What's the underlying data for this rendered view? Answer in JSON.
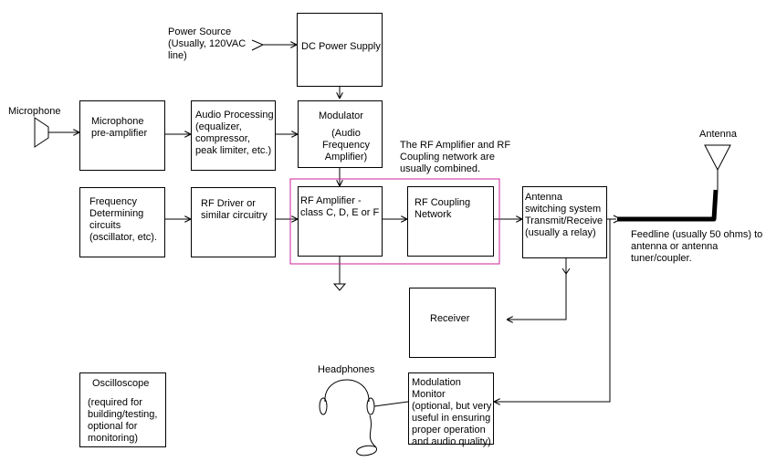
{
  "labels": {
    "power_source": "Power Source\n(Usually, 120VAC\nline)",
    "microphone": "Microphone",
    "headphones": "Headphones",
    "antenna": "Antenna",
    "combined_note": "The RF Amplifier and RF\nCoupling network are\nusually combined.",
    "feedline_note": "Feedline (usually 50 ohms) to\nantenna or antenna\ntuner/coupler."
  },
  "blocks": {
    "dc_power_supply": "DC Power Supply",
    "mic_preamp": "Microphone\npre-amplifier",
    "audio_processing": "Audio Processing\n(equalizer,\ncompressor,\npeak limiter, etc.)",
    "modulator_title": "Modulator",
    "modulator_sub": "(Audio\nFrequency\nAmplifier)",
    "freq_determining": "Frequency\nDetermining\ncircuits\n(oscillator, etc).",
    "rf_driver": "RF Driver or\nsimilar circuitry",
    "rf_amplifier": "RF Amplifier -\nclass C, D, E or F",
    "rf_coupling": "RF Coupling\nNetwork",
    "antenna_switch": "Antenna\nswitching system\nTransmit/Receive\n(usually a relay)",
    "receiver": "Receiver",
    "mod_monitor": "Modulation Monitor\n(optional, but very\nuseful in ensuring\nproper operation\nand audio quality)",
    "oscilloscope_title": "Oscilloscope",
    "oscilloscope_sub": "(required for\nbuilding/testing,\noptional for\nmonitoring)"
  },
  "colors": {
    "highlight": "#cc2299",
    "line": "#000000"
  }
}
